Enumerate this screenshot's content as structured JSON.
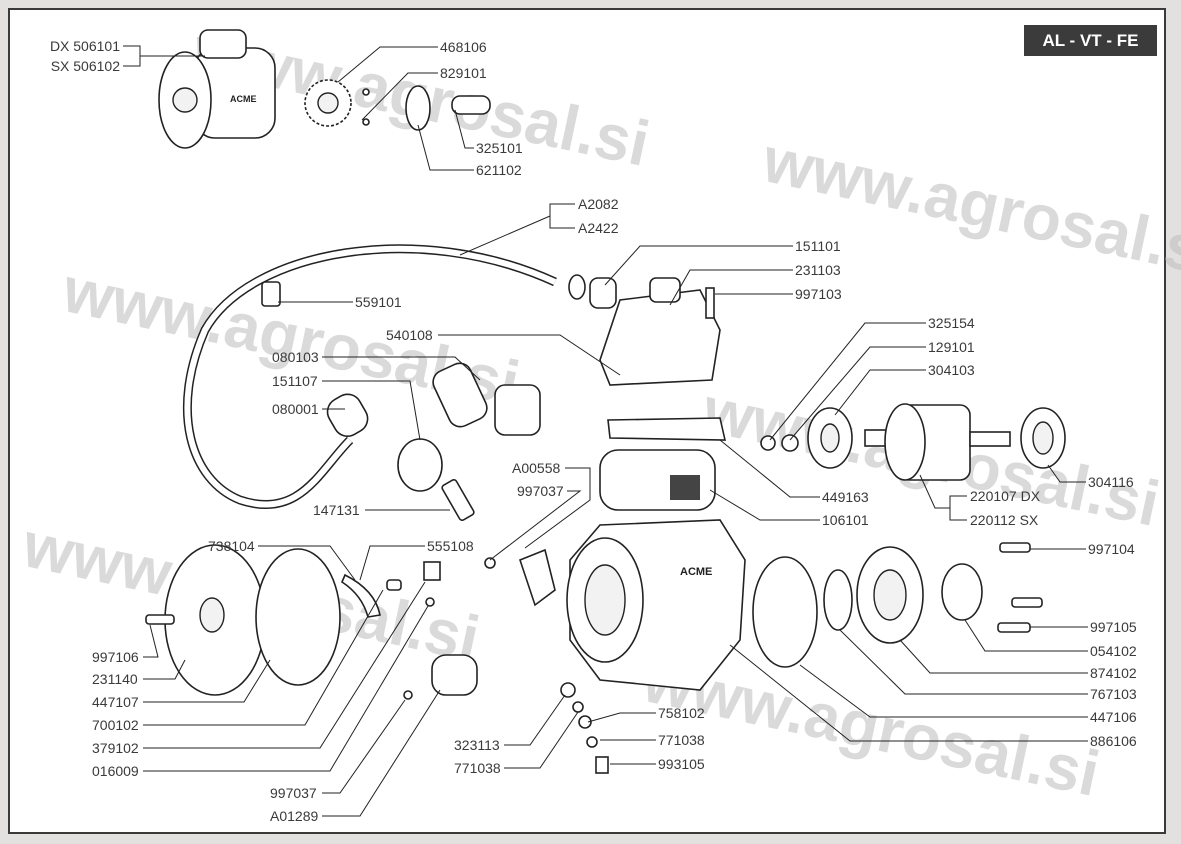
{
  "title": "AL - VT - FE",
  "watermark": "www.agrosal.si",
  "brand_on_part": "ACME",
  "labels": [
    "DX 506101",
    "SX 506102",
    "468106",
    "829101",
    "325101",
    "621102",
    "A2082",
    "A2422",
    "151101",
    "231103",
    "997103",
    "559101",
    "540108",
    "080103",
    "151107",
    "080001",
    "325154",
    "129101",
    "304103",
    "A00558",
    "997037",
    "147131",
    "449163",
    "106101",
    "220107 DX",
    "220112 SX",
    "304116",
    "738104",
    "555108",
    "997104",
    "997106",
    "231140",
    "447107",
    "700102",
    "379102",
    "016009",
    "997037",
    "A01289",
    "997105",
    "054102",
    "874102",
    "767103",
    "447106",
    "886106",
    "758102",
    "771038",
    "993105",
    "323113",
    "771038"
  ]
}
